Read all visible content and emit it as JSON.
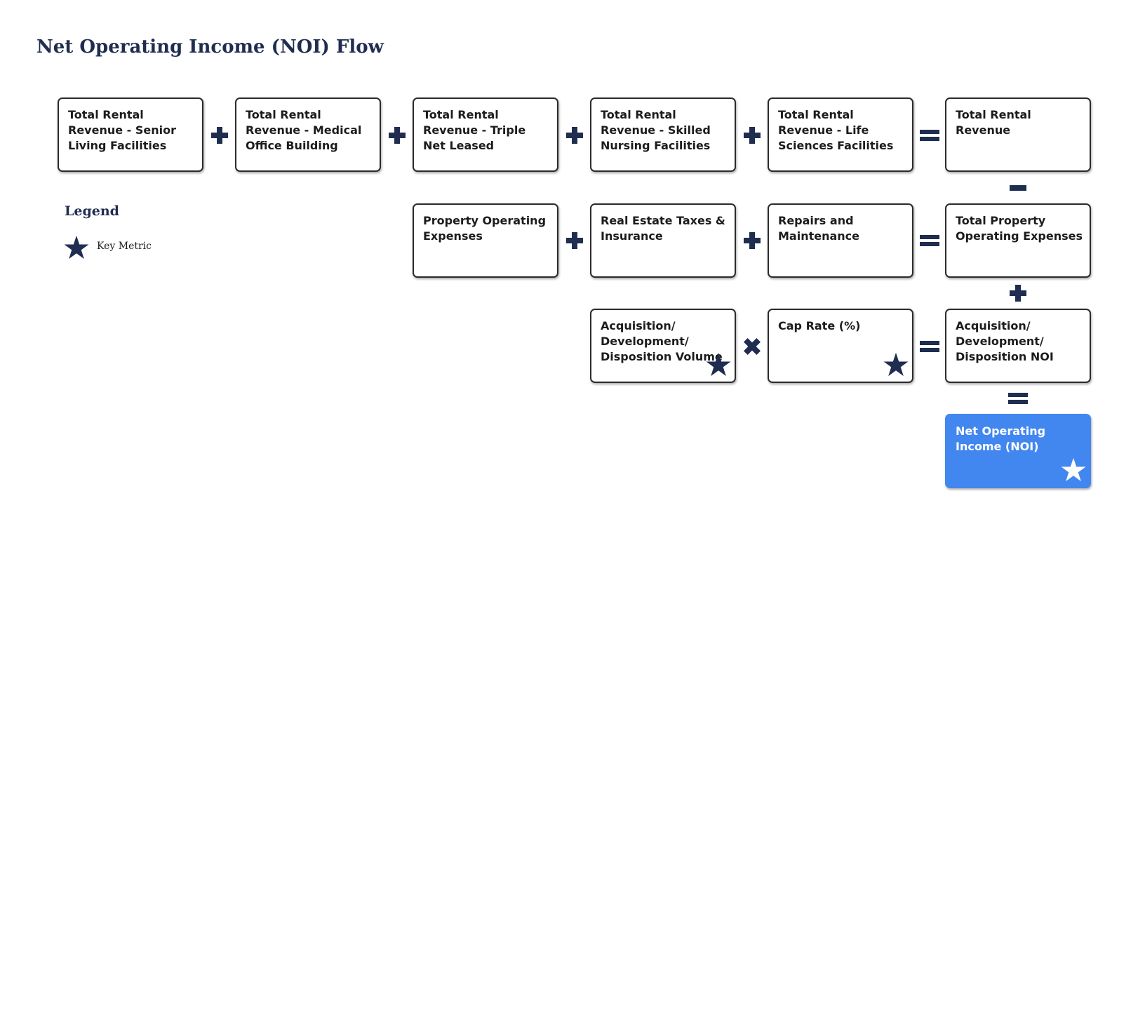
{
  "title": "Net Operating Income (NOI) Flow",
  "legend": {
    "title": "Legend",
    "items": [
      {
        "icon": "star-icon",
        "label": "Key Metric"
      }
    ]
  },
  "colors": {
    "navy": "#1f2d50",
    "highlight": "#4287f0",
    "border": "#2b2b2b"
  },
  "nodes": {
    "senior_living": "Total Rental Revenue - Senior Living Facilities",
    "medical_office": "Total Rental Revenue - Medical Office Building",
    "triple_net": "Total Rental Revenue - Triple Net Leased",
    "skilled_nursing": "Total Rental Revenue - Skilled Nursing Facilities",
    "life_sciences": "Total Rental Revenue - Life Sciences Facilities",
    "total_rental_revenue": "Total Rental Revenue",
    "property_operating_expenses": "Property Operating Expenses",
    "real_estate_taxes": "Real Estate Taxes & Insurance",
    "repairs_maintenance": "Repairs and Maintenance",
    "total_property_operating_expenses": "Total Property Operating Expenses",
    "acq_volume": "Acquisition/ Development/ Disposition Volume",
    "cap_rate": "Cap Rate (%)",
    "acq_noi": "Acquisition/ Development/ Disposition NOI",
    "noi": "Net Operating Income (NOI)"
  },
  "key_metrics": [
    "acq_volume",
    "cap_rate",
    "noi"
  ],
  "operators": [
    {
      "symbol": "plus"
    },
    {
      "symbol": "plus"
    },
    {
      "symbol": "plus"
    },
    {
      "symbol": "plus"
    },
    {
      "symbol": "equals"
    },
    {
      "symbol": "minus"
    },
    {
      "symbol": "plus"
    },
    {
      "symbol": "plus"
    },
    {
      "symbol": "equals"
    },
    {
      "symbol": "plus"
    },
    {
      "symbol": "times"
    },
    {
      "symbol": "equals"
    },
    {
      "symbol": "equals"
    }
  ]
}
